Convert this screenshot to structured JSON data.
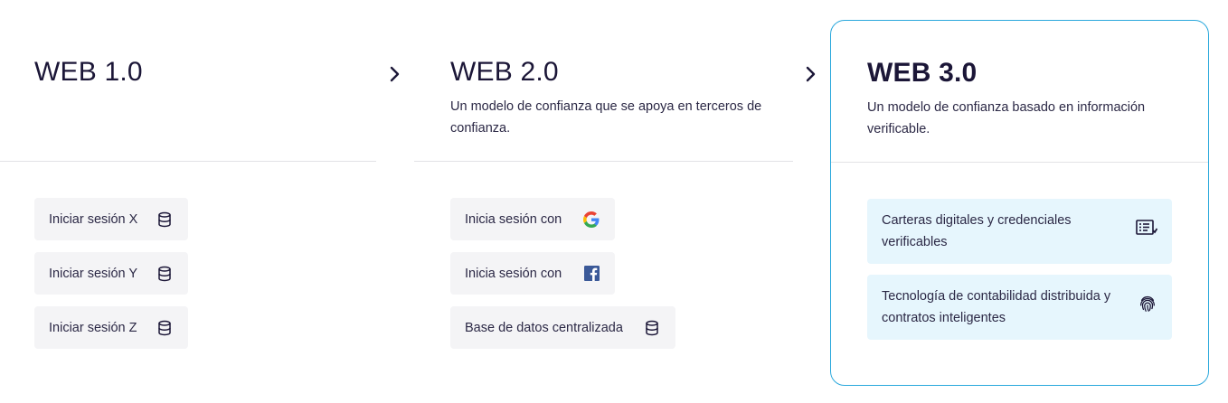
{
  "web1": {
    "title": "WEB 1.0",
    "items": [
      {
        "label": "Iniciar sesión X",
        "icon": "database-icon"
      },
      {
        "label": "Iniciar sesión Y",
        "icon": "database-icon"
      },
      {
        "label": "Iniciar sesión Z",
        "icon": "database-icon"
      }
    ]
  },
  "web2": {
    "title": "WEB 2.0",
    "description": "Un modelo de confianza que se apoya en terceros de confianza.",
    "items": [
      {
        "label": "Inicia sesión con",
        "icon": "google-icon"
      },
      {
        "label": "Inicia sesión con",
        "icon": "facebook-icon"
      },
      {
        "label": "Base de datos centralizada",
        "icon": "database-icon"
      }
    ]
  },
  "web3": {
    "title": "WEB 3.0",
    "description": "Un modelo de confianza basado en información verificable.",
    "items": [
      {
        "label": "Carteras digitales y credenciales verificables",
        "icon": "credential-card-icon"
      },
      {
        "label": "Tecnología de contabilidad distribuida y contratos inteligentes",
        "icon": "fingerprint-icon"
      }
    ]
  },
  "colors": {
    "text": "#1b1637",
    "chip_bg": "#f4f4f6",
    "chip_blue_bg": "#e6f6fd",
    "accent_border": "#2aa8dc"
  }
}
